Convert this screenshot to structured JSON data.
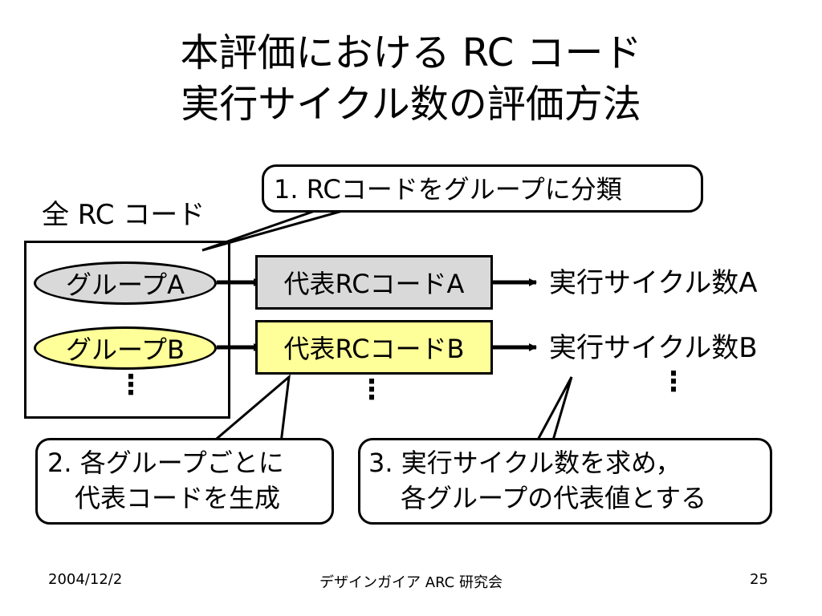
{
  "slide": {
    "title_line1": "本評価における RC コード",
    "title_line2": "実行サイクル数の評価方法"
  },
  "diagram": {
    "all_codes_label": "全 RC コード",
    "groups": [
      {
        "label": "グループA",
        "fill": "#d9d9d9"
      },
      {
        "label": "グループB",
        "fill": "#ffff99"
      }
    ],
    "representatives": [
      {
        "label": "代表RCコードA",
        "fill": "#d9d9d9"
      },
      {
        "label": "代表RCコードB",
        "fill": "#ffff99"
      }
    ],
    "results": [
      "実行サイクル数A",
      "実行サイクル数B"
    ],
    "ellipsis": "⋮",
    "callouts": {
      "step1": "1. RCコードをグループに分類",
      "step2_line1": "2. 各グループごとに",
      "step2_line2": "代表コードを生成",
      "step3_line1": "3. 実行サイクル数を求め，",
      "step3_line2": "各グループの代表値とする"
    }
  },
  "footer": {
    "date": "2004/12/2",
    "event": "デザインガイア ARC 研究会",
    "page": "25"
  }
}
